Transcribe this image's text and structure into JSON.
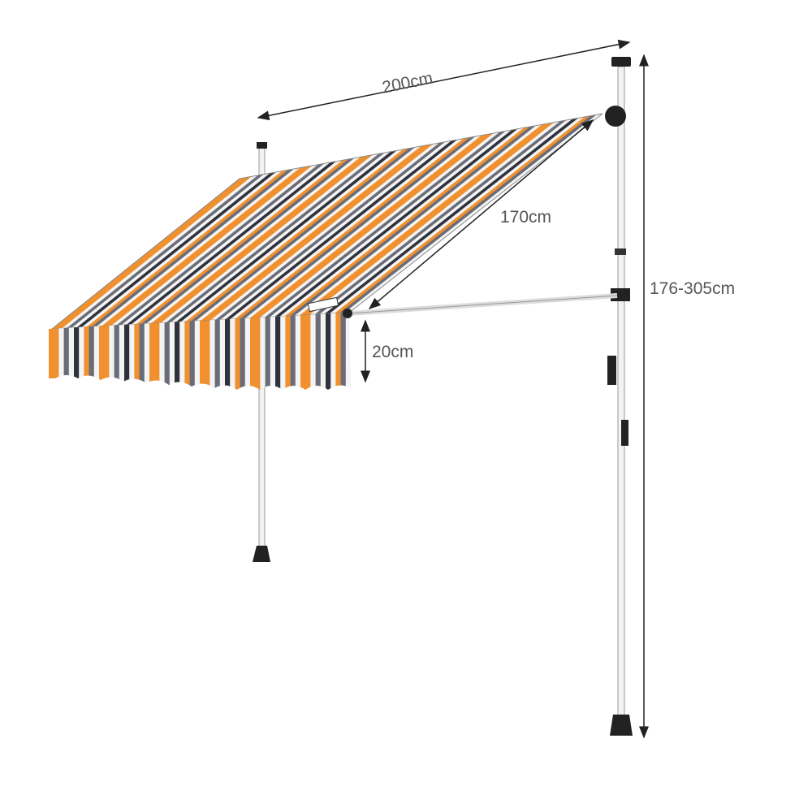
{
  "dimensions": {
    "width_label": "200cm",
    "projection_label": "170cm",
    "valance_label": "20cm",
    "height_label": "176-305cm"
  },
  "colors": {
    "orange": "#f0902e",
    "grey": "#6a6d78",
    "white": "#f4f4f4",
    "dark": "#2f323c",
    "arrow": "#222222"
  }
}
